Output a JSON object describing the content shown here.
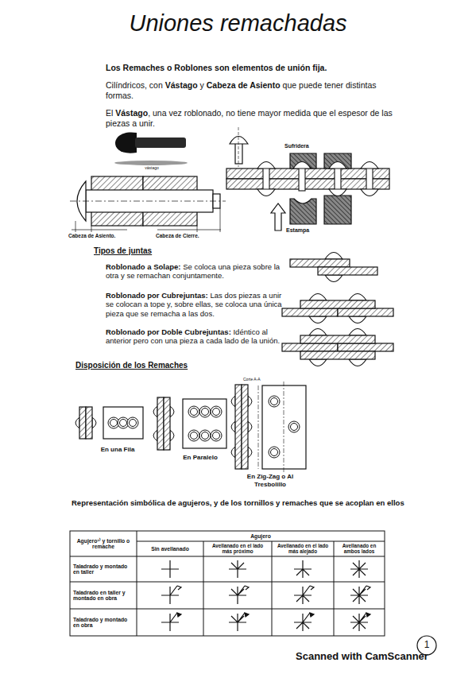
{
  "diagram": {
    "title": "Uniones remachadas",
    "labels": [
      "Los Remaches o Roblones son elementos de unión fija.",
      "Cilíndricos, con",
      "Vástago",
      "y",
      "Cabeza de Asiento",
      "que puede tener distintas formas.",
      "El",
      "Vástago",
      ", una vez roblonado, no tiene mayor medida que el espesor de las piezas a unir.",
      "vástago",
      "Cabeza de Asiento.",
      "Cabeza de Cierre.",
      "Sufridera",
      "Estampa",
      "Tipos de juntas",
      "Roblonado a Solape:",
      "Se coloca una pieza sobre la otra y se remachan conjuntamente.",
      "Roblonado por Cubrejuntas:",
      "Las dos piezas a unir se colocan a tope y, sobre ellas, se coloca una única pieza que se remacha a las dos.",
      "Roblonado por Doble Cubrejuntas:",
      "Idéntico al anterior pero con una pieza a cada lado de la unión.",
      "Disposición de los Remaches",
      "En una Fila",
      "En Paralelo",
      "Corte A-A",
      "En Zig-Zag o Al Tresbolillo",
      "Representación simbólica de agujeros, y de los tornillos y remaches que se acoplan en ellos",
      "Agujero¹⁾ y tornillo o remache",
      "Agujero",
      "Sin avellanado",
      "Avellanado en el lado más próximo",
      "Avellanado en el lado más alejado",
      "Avellanado en ambos lados",
      "Taladrado y montado en taller",
      "Taladrado en taller y montado en obra",
      "Taladrado y montado en obra",
      "1",
      "Scanned with CamScanner"
    ]
  }
}
